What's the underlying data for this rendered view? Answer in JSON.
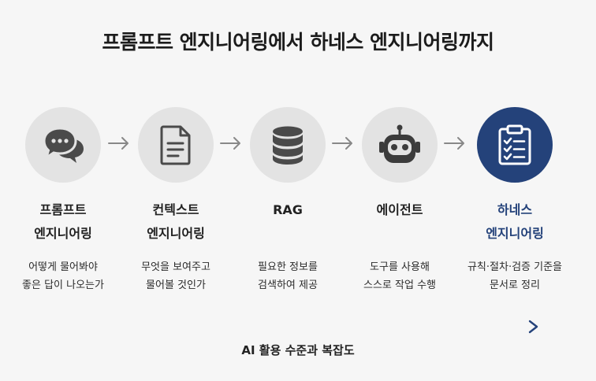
{
  "title": "프롬프트 엔지니어링에서 하네스 엔지니어링까지",
  "steps": [
    {
      "title_lines": [
        "프롬프트",
        "엔지니어링"
      ],
      "desc_lines": [
        "어떻게 물어봐야",
        "좋은 답이 나오는가"
      ],
      "icon": "chat-bubbles-icon"
    },
    {
      "title_lines": [
        "컨텍스트",
        "엔지니어링"
      ],
      "desc_lines": [
        "무엇을 보여주고",
        "물어볼 것인가"
      ],
      "icon": "document-icon"
    },
    {
      "title_lines": [
        "RAG"
      ],
      "desc_lines": [
        "필요한 정보를",
        "검색하여 제공"
      ],
      "icon": "database-icon"
    },
    {
      "title_lines": [
        "에이전트"
      ],
      "desc_lines": [
        "도구를 사용해",
        "스스로 작업 수행"
      ],
      "icon": "robot-icon"
    },
    {
      "title_lines": [
        "하네스",
        "엔지니어링"
      ],
      "desc_lines": [
        "규칙·절차·검증 기준을",
        "문서로 정리"
      ],
      "icon": "clipboard-checklist-icon"
    }
  ],
  "axis_label": "AI 활용 수준과 복잡도",
  "colors": {
    "accent": "#24427a",
    "circle": "#e3e3e3",
    "icon": "#4a4a4a",
    "arrow": "#888888"
  }
}
